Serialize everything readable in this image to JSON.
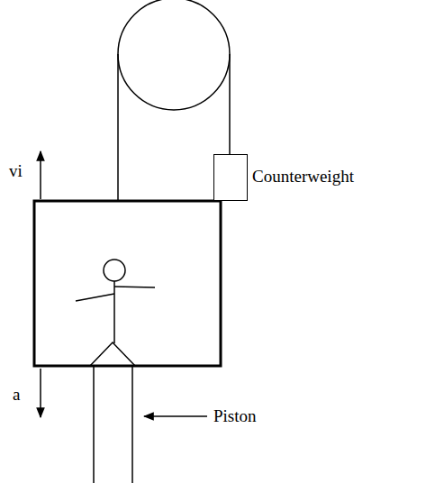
{
  "diagram": {
    "nodes": [
      {
        "text": [
          "Counterweight"
        ]
      }
    ],
    "labels": [
      "vi",
      "a",
      "Piston"
    ]
  }
}
